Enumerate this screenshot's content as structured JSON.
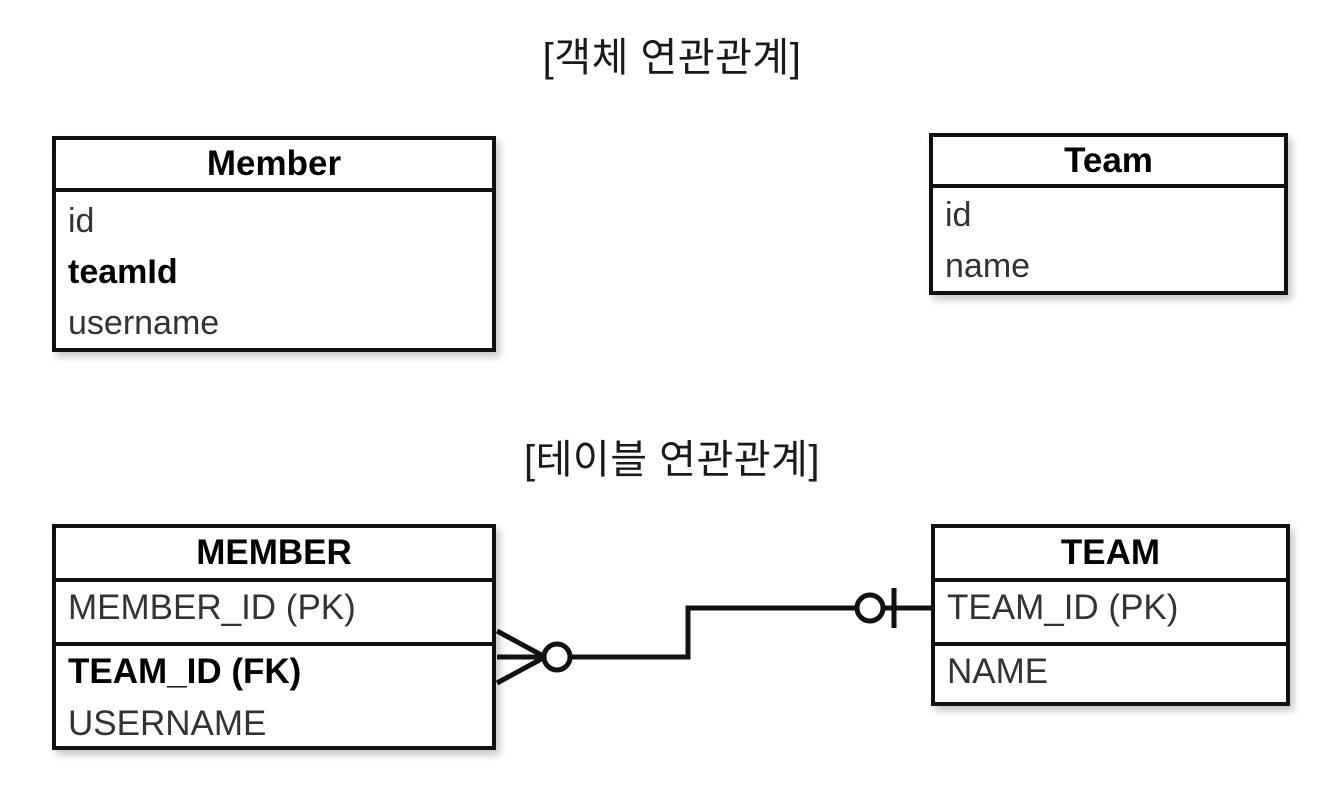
{
  "diagram": {
    "background_color": "#ffffff",
    "line_color": "#111111",
    "field_color": "#333333",
    "emphasis_color": "#000000"
  },
  "sections": {
    "object_model": {
      "title": "[객체 연관관계]"
    },
    "table_model": {
      "title": "[테이블 연관관계]"
    }
  },
  "entities": {
    "member_object": {
      "name": "Member",
      "fields": [
        {
          "label": "id",
          "emphasis": false
        },
        {
          "label": "teamId",
          "emphasis": true
        },
        {
          "label": "username",
          "emphasis": false
        }
      ]
    },
    "team_object": {
      "name": "Team",
      "fields": [
        {
          "label": "id",
          "emphasis": false
        },
        {
          "label": "name",
          "emphasis": false
        }
      ]
    },
    "member_table": {
      "name": "MEMBER",
      "pk_field": {
        "label": "MEMBER_ID (PK)",
        "emphasis": false
      },
      "fields": [
        {
          "label": "TEAM_ID (FK)",
          "emphasis": true
        },
        {
          "label": "USERNAME",
          "emphasis": false
        }
      ]
    },
    "team_table": {
      "name": "TEAM",
      "pk_field": {
        "label": "TEAM_ID (PK)",
        "emphasis": false
      },
      "fields": [
        {
          "label": "NAME",
          "emphasis": false
        }
      ]
    }
  },
  "relationship": {
    "from": "MEMBER.TEAM_ID (FK)",
    "to": "TEAM.TEAM_ID (PK)",
    "notation": "crows-foot",
    "from_cardinality": "zero-or-many",
    "to_cardinality": "zero-or-one"
  }
}
